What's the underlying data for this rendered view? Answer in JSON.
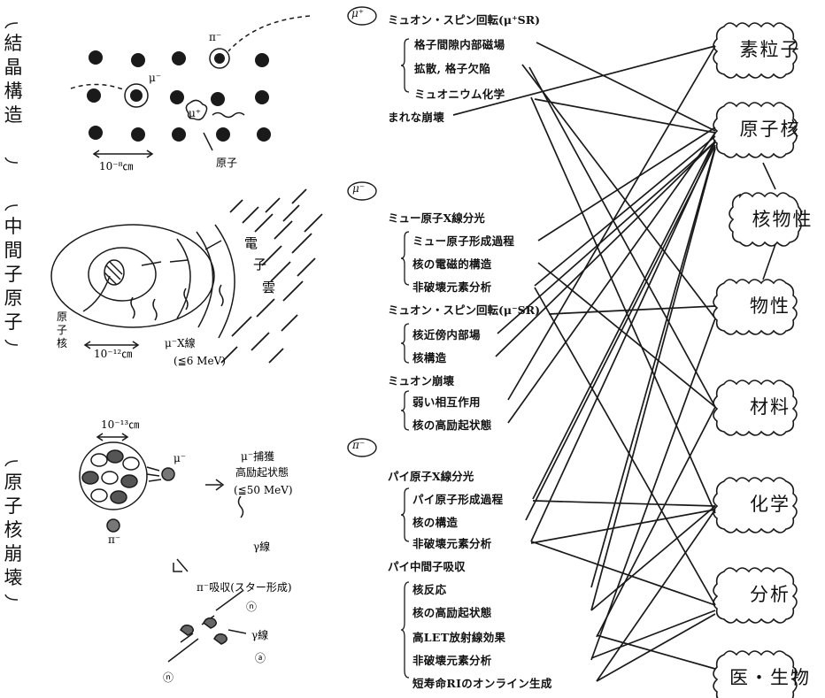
{
  "left_labels": [
    {
      "id": "crystal",
      "chars": [
        "結",
        "晶",
        "構",
        "造"
      ]
    },
    {
      "id": "mesic",
      "chars": [
        "中",
        "間",
        "子",
        "原",
        "子"
      ]
    },
    {
      "id": "nuclear",
      "chars": [
        "原",
        "子",
        "核",
        "崩",
        "壊"
      ]
    }
  ],
  "figure_texts": {
    "crystal_pi": "π⁻",
    "crystal_mu": "μ⁻",
    "crystal_muplus": "μ⁺",
    "crystal_scale": "10⁻⁸㎝",
    "crystal_atom": "原子",
    "mesic_cloud": "電子雲",
    "mesic_nucleus": "原子核",
    "mesic_scale": "10⁻¹²㎝",
    "mesic_xray": "μ⁻X線",
    "mesic_energy": "(≦6 MeV)",
    "nuc_scale": "10⁻¹³㎝",
    "nuc_mu": "μ⁻",
    "nuc_pi": "π⁻",
    "nuc_capture": "μ⁻捕獲",
    "nuc_excited": "高励起状態",
    "nuc_energy": "(≦50 MeV)",
    "nuc_gamma": "γ線",
    "nuc_pi_absorb": "π⁻吸収(スター形成)",
    "nuc_n1": "ⓝ",
    "nuc_n2": "ⓝ",
    "nuc_alpha": "ⓐ",
    "nuc_gamma2": "γ線"
  },
  "sections": [
    {
      "symbol": "μ⁺",
      "head": "ミュオン・スピン回転(μ⁺SR)",
      "items": [
        "格子間隙内部磁場",
        "拡散, 格子欠陥",
        "ミュオニウム化学"
      ],
      "extra": "まれな崩壊"
    },
    {
      "symbol": "μ⁻",
      "head": "ミュー原子X線分光",
      "items": [
        "ミュー原子形成過程",
        "核の電磁的構造",
        "非破壊元素分析"
      ],
      "head2": "ミュオン・スピン回転(μ⁻SR)",
      "items2": [
        "核近傍内部場",
        "核構造"
      ],
      "head3": "ミュオン崩壊",
      "items3": [
        "弱い相互作用",
        "核の高励起状態"
      ]
    },
    {
      "symbol": "π⁻",
      "head": "パイ原子X線分光",
      "items": [
        "パイ原子形成過程",
        "核の構造",
        "非破壊元素分析"
      ],
      "head2": "パイ中間子吸収",
      "items2": [
        "核反応",
        "核の高励起状態",
        "高LET放射線効果",
        "非破壊元素分析",
        "短寿命RIのオンライン生成"
      ]
    }
  ],
  "domains": [
    "素粒子",
    "原子核",
    "核物性",
    "物性",
    "材料",
    "化学",
    "分析",
    "医・生物"
  ]
}
